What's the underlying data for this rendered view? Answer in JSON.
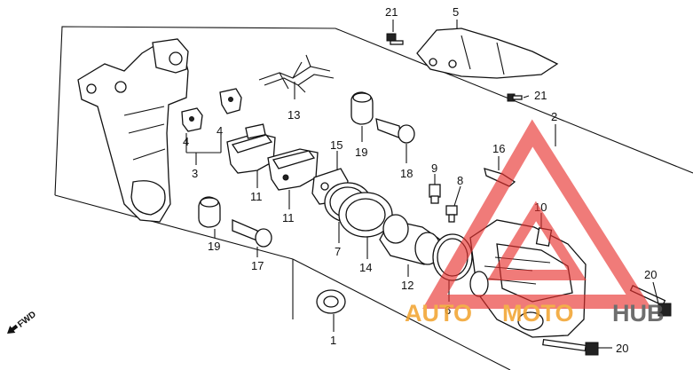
{
  "callouts": {
    "c1": "1",
    "c2": "2",
    "c3": "3",
    "c4a": "4",
    "c4b": "4",
    "c5": "5",
    "c6": "6",
    "c7": "7",
    "c8": "8",
    "c9": "9",
    "c10": "10",
    "c11a": "11",
    "c11b": "11",
    "c12": "12",
    "c13": "13",
    "c14": "14",
    "c15": "15",
    "c16": "16",
    "c17": "17",
    "c18": "18",
    "c19a": "19",
    "c19b": "19",
    "c20a": "20",
    "c20b": "20",
    "c21a": "21",
    "c21b": "21"
  },
  "direction_label": "FWD",
  "watermark": {
    "word_left": "AUTO",
    "word_mid": "MOTO",
    "word_right": "HUB",
    "color_red": "#e8302e",
    "color_orange": "#f2a22b",
    "color_dark": "#555555"
  }
}
